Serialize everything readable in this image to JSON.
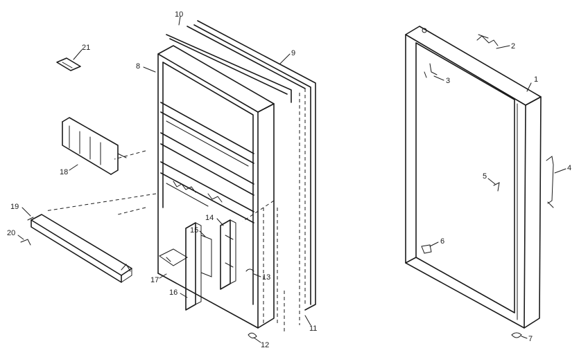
{
  "colors": {
    "ink": "#1a1a1a",
    "background": "#ffffff"
  },
  "callouts": [
    {
      "id": "c1",
      "text": "1"
    },
    {
      "id": "c2",
      "text": "2"
    },
    {
      "id": "c3",
      "text": "3"
    },
    {
      "id": "c4",
      "text": "4"
    },
    {
      "id": "c5",
      "text": "5"
    },
    {
      "id": "c6",
      "text": "6"
    },
    {
      "id": "c7",
      "text": "7"
    },
    {
      "id": "c8",
      "text": "8"
    },
    {
      "id": "c9",
      "text": "9"
    },
    {
      "id": "c10",
      "text": "10"
    },
    {
      "id": "c11",
      "text": "11"
    },
    {
      "id": "c12",
      "text": "12"
    },
    {
      "id": "c13",
      "text": "13"
    },
    {
      "id": "c14",
      "text": "14"
    },
    {
      "id": "c15",
      "text": "15"
    },
    {
      "id": "c16",
      "text": "16"
    },
    {
      "id": "c17",
      "text": "17"
    },
    {
      "id": "c18",
      "text": "18"
    },
    {
      "id": "c19",
      "text": "19"
    },
    {
      "id": "c20",
      "text": "20"
    },
    {
      "id": "c21",
      "text": "21"
    }
  ]
}
